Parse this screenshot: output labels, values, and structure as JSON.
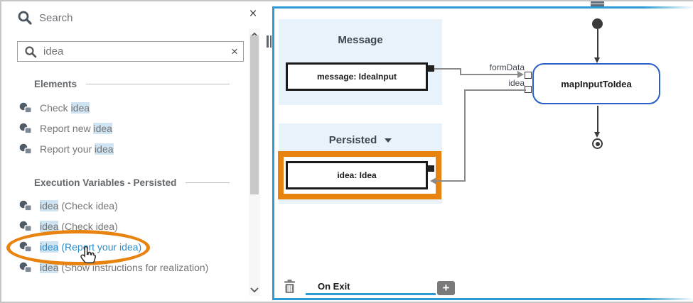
{
  "colors": {
    "panel_border_blue": "#2d9ad2",
    "group_bg_blue": "#e7f2fa",
    "task_border_blue": "#2a5fc7",
    "highlight_orange": "#e8830f",
    "match_highlight_bg": "#cfe4f2",
    "selected_item_blue": "#2e8cc7"
  },
  "search_panel": {
    "title": "Search",
    "close_icon": "×",
    "input": {
      "value": "idea",
      "clear_icon": "×"
    },
    "sections": [
      {
        "label": "Elements",
        "items": [
          {
            "selected": false,
            "parts": [
              {
                "text": "Check ",
                "match": false
              },
              {
                "text": "idea",
                "match": true
              }
            ]
          },
          {
            "selected": false,
            "parts": [
              {
                "text": "Report new ",
                "match": false
              },
              {
                "text": "idea",
                "match": true
              }
            ]
          },
          {
            "selected": false,
            "parts": [
              {
                "text": "Report your ",
                "match": false
              },
              {
                "text": "idea",
                "match": true
              }
            ]
          }
        ]
      },
      {
        "label": "Execution Variables - Persisted",
        "items": [
          {
            "selected": false,
            "parts": [
              {
                "text": "idea",
                "match": true
              },
              {
                "text": " (Check idea)",
                "match": false
              }
            ]
          },
          {
            "selected": false,
            "parts": [
              {
                "text": "idea",
                "match": true
              },
              {
                "text": " (Check idea)",
                "match": false
              }
            ]
          },
          {
            "selected": true,
            "parts": [
              {
                "text": "idea",
                "match": true
              },
              {
                "text": " (Report your idea)",
                "match": false
              }
            ]
          },
          {
            "selected": false,
            "parts": [
              {
                "text": "idea",
                "match": true
              },
              {
                "text": " (Show instructions for realization)",
                "match": false
              }
            ]
          }
        ]
      }
    ]
  },
  "diagram": {
    "message_group": {
      "title": "Message",
      "box_label": "message: IdeaInput"
    },
    "persisted_group": {
      "title": "Persisted",
      "box_label": "idea: Idea"
    },
    "task_label": "mapInputToIdea",
    "edge_labels": {
      "formData": "formData",
      "idea": "idea"
    },
    "footer": {
      "tab_label": "On Exit",
      "add_label": "+"
    }
  }
}
